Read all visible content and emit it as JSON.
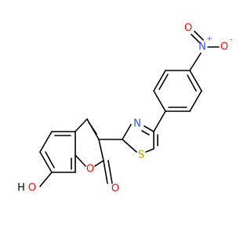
{
  "molecule": {
    "atoms": {
      "nitro_n": "N",
      "nitro_n_charge": "+",
      "nitro_o_top": "O",
      "nitro_o_right": "O",
      "nitro_o_charge": "-",
      "thiazole_n": "N",
      "thiazole_s": "S",
      "hydroxyl_o": "O",
      "hydroxyl_h": "H",
      "ring_o": "O",
      "carbonyl_o": "O"
    },
    "colors": {
      "bond": "#000000",
      "nitrogen": "#3050F8",
      "oxygen": "#FF0D0D",
      "sulfur": "#C8A000",
      "hydrogen": "#000000"
    }
  }
}
